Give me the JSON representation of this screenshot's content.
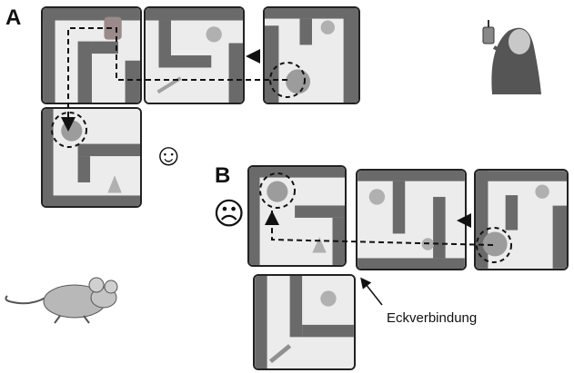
{
  "example_a": {
    "label": "A",
    "face": "☺"
  },
  "example_b": {
    "label": "B",
    "face": "☹"
  },
  "annotation": {
    "text": "Eckverbindung"
  },
  "icons": {
    "happy": "smiley-happy-icon",
    "sad": "smiley-sad-icon",
    "mouse": "mouse-icon",
    "ghost": "ghost-with-lantern-icon",
    "marker": "dashed-circle-marker-icon",
    "arrow": "arrow-icon"
  },
  "colors": {
    "wall": "#6a6a6a",
    "floor": "#ececec",
    "path": "#111111"
  }
}
